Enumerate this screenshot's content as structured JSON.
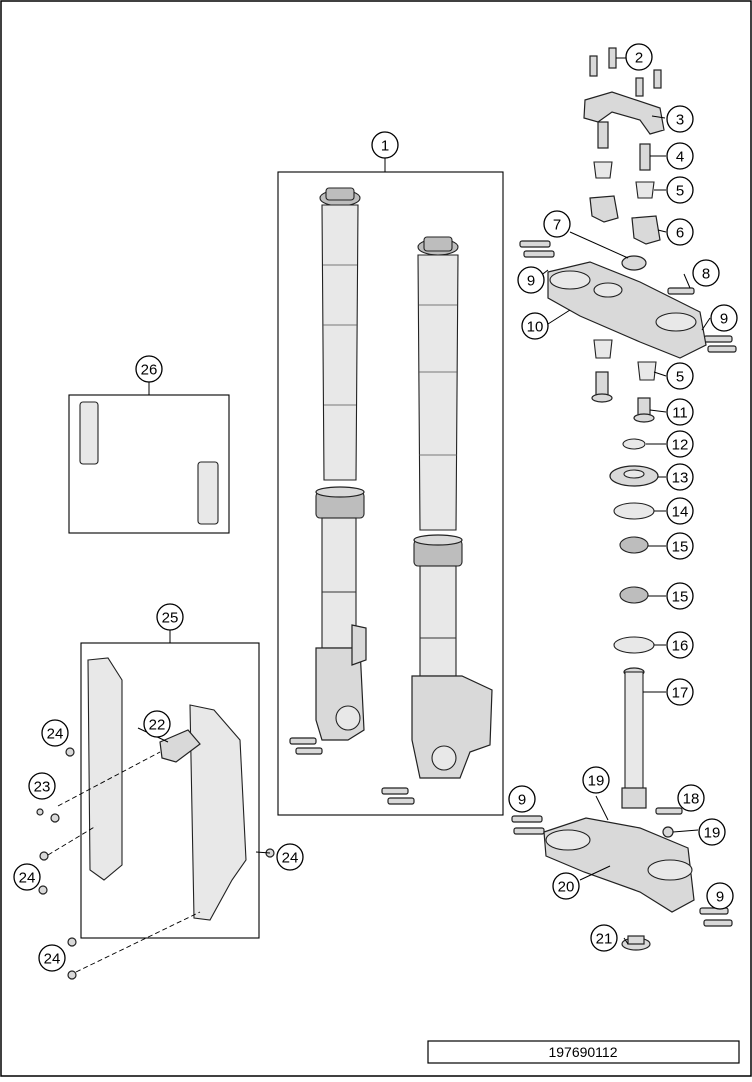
{
  "diagram": {
    "callouts": [
      {
        "id": "c1",
        "label": "1"
      },
      {
        "id": "c2",
        "label": "2"
      },
      {
        "id": "c3",
        "label": "3"
      },
      {
        "id": "c4",
        "label": "4"
      },
      {
        "id": "c5a",
        "label": "5"
      },
      {
        "id": "c6",
        "label": "6"
      },
      {
        "id": "c7",
        "label": "7"
      },
      {
        "id": "c8",
        "label": "8"
      },
      {
        "id": "c9a",
        "label": "9"
      },
      {
        "id": "c9b",
        "label": "9"
      },
      {
        "id": "c10",
        "label": "10"
      },
      {
        "id": "c5b",
        "label": "5"
      },
      {
        "id": "c11",
        "label": "11"
      },
      {
        "id": "c12",
        "label": "12"
      },
      {
        "id": "c13",
        "label": "13"
      },
      {
        "id": "c14",
        "label": "14"
      },
      {
        "id": "c15a",
        "label": "15"
      },
      {
        "id": "c15b",
        "label": "15"
      },
      {
        "id": "c16",
        "label": "16"
      },
      {
        "id": "c17",
        "label": "17"
      },
      {
        "id": "c9c",
        "label": "9"
      },
      {
        "id": "c19a",
        "label": "19"
      },
      {
        "id": "c18",
        "label": "18"
      },
      {
        "id": "c19b",
        "label": "19"
      },
      {
        "id": "c20",
        "label": "20"
      },
      {
        "id": "c9d",
        "label": "9"
      },
      {
        "id": "c21",
        "label": "21"
      },
      {
        "id": "c26",
        "label": "26"
      },
      {
        "id": "c25",
        "label": "25"
      },
      {
        "id": "c22",
        "label": "22"
      },
      {
        "id": "c24a",
        "label": "24"
      },
      {
        "id": "c23",
        "label": "23"
      },
      {
        "id": "c24b",
        "label": "24"
      },
      {
        "id": "c24c",
        "label": "24"
      },
      {
        "id": "c24d",
        "label": "24"
      }
    ],
    "document_number": "197690112"
  }
}
